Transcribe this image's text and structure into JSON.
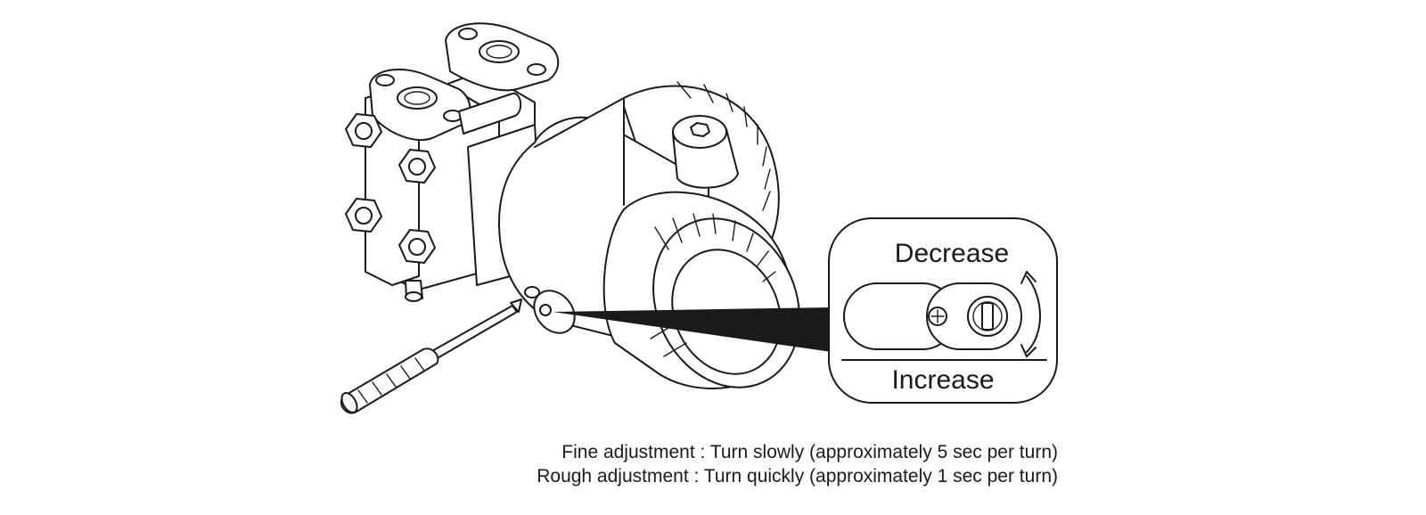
{
  "labels": {
    "decrease": "Decrease",
    "increase": "Increase"
  },
  "captions": [
    "Fine adjustment : Turn slowly (approximately 5 sec per turn)",
    "Rough adjustment : Turn quickly (approximately 1 sec per turn)"
  ],
  "icons": {
    "device": "pressure-transmitter-icon",
    "tool": "screwdriver-icon",
    "adjuster": "adjustment-screw-icon",
    "rotation": "rotation-arrow-icon"
  }
}
